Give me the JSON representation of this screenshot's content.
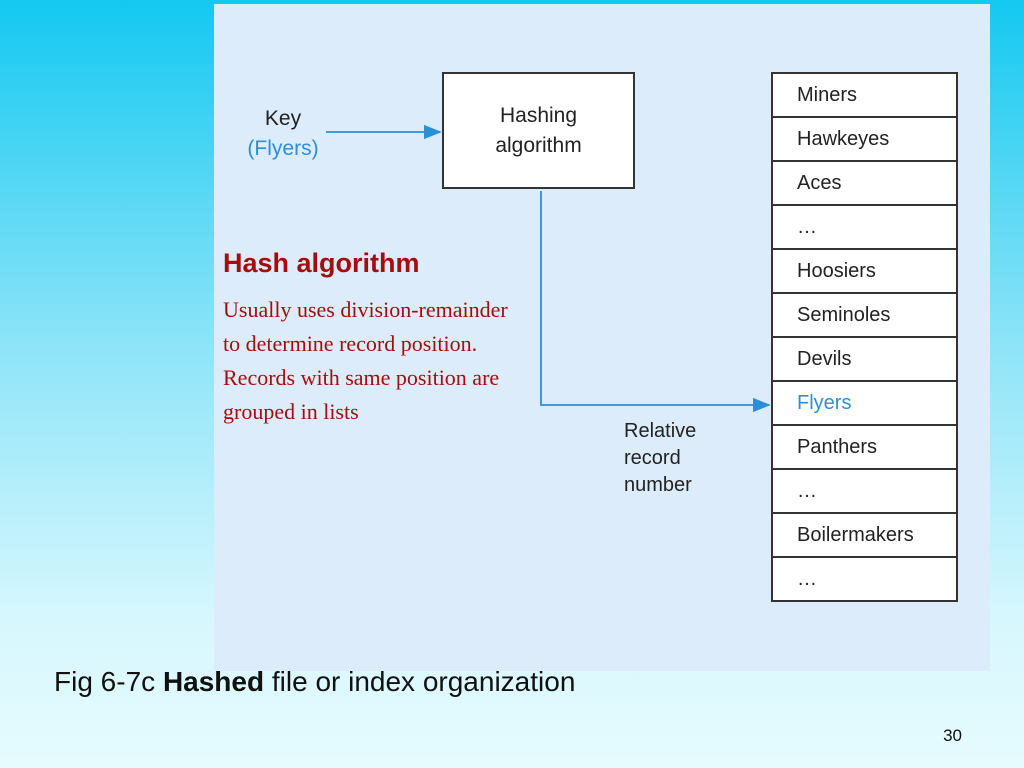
{
  "diagram": {
    "key_label": "Key",
    "key_value": "(Flyers)",
    "hash_box_label": "Hashing algorithm",
    "callout_title": "Hash algorithm",
    "callout_body": "Usually uses division-remainder to determine record position. Records with same position are grouped in lists",
    "relative_record_label": "Relative record number",
    "records": [
      "Miners",
      "Hawkeyes",
      "Aces",
      "…",
      "Hoosiers",
      "Seminoles",
      "Devils",
      "Flyers",
      "Panthers",
      "…",
      "Boilermakers",
      "…"
    ],
    "highlighted_record": "Flyers"
  },
  "caption": {
    "prefix": "Fig 6-7c ",
    "bold": "Hashed",
    "suffix": " file or index organization"
  },
  "page_number": "30",
  "colors": {
    "arrow": "#2b8fd6",
    "callout": "#a50d0d",
    "highlight": "#2b8fd6"
  }
}
